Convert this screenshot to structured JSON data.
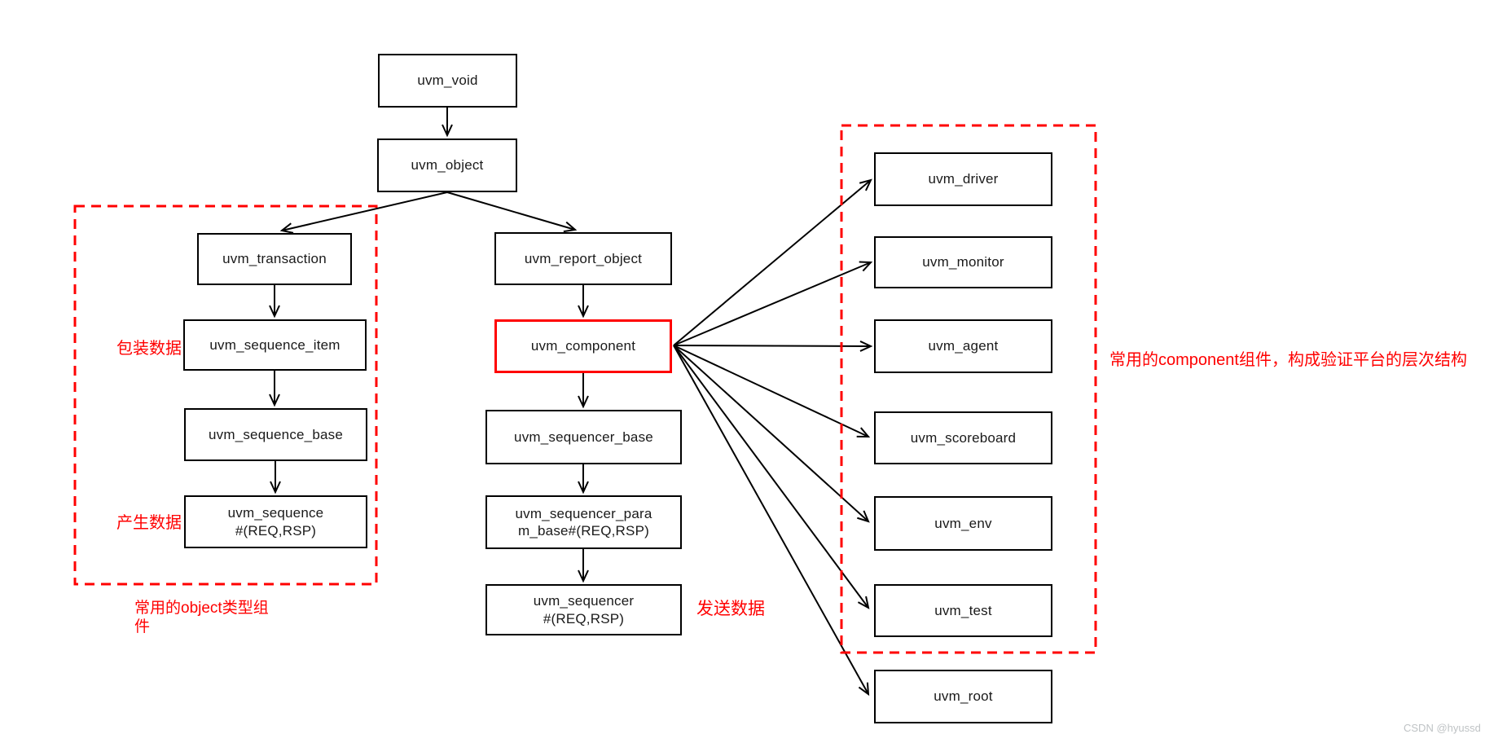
{
  "diagram": {
    "title_hint": "UVM class hierarchy diagram",
    "nodes": {
      "uvm_void": {
        "label": "uvm_void"
      },
      "uvm_object": {
        "label": "uvm_object"
      },
      "uvm_transaction": {
        "label": "uvm_transaction"
      },
      "uvm_sequence_item": {
        "label": "uvm_sequence_item"
      },
      "uvm_sequence_base": {
        "label": "uvm_sequence_base"
      },
      "uvm_sequence": {
        "label": "uvm_sequence\n#(REQ,RSP)"
      },
      "uvm_report_object": {
        "label": "uvm_report_object"
      },
      "uvm_component": {
        "label": "uvm_component"
      },
      "uvm_sequencer_base": {
        "label": "uvm_sequencer_base"
      },
      "uvm_sequencer_param_base": {
        "label": "uvm_sequencer_para\nm_base#(REQ,RSP)"
      },
      "uvm_sequencer": {
        "label": "uvm_sequencer\n#(REQ,RSP)"
      },
      "uvm_driver": {
        "label": "uvm_driver"
      },
      "uvm_monitor": {
        "label": "uvm_monitor"
      },
      "uvm_agent": {
        "label": "uvm_agent"
      },
      "uvm_scoreboard": {
        "label": "uvm_scoreboard"
      },
      "uvm_env": {
        "label": "uvm_env"
      },
      "uvm_test": {
        "label": "uvm_test"
      },
      "uvm_root": {
        "label": "uvm_root"
      }
    },
    "annotations": {
      "wrap_data": "包装数据",
      "produce_data": "产生数据",
      "send_data": "发送数据",
      "object_group": "常用的object类型组\n件",
      "component_group": "常用的component组件，构成验证平台的层次结构"
    },
    "colors": {
      "accent_red": "#ff0000",
      "line_black": "#000000",
      "highlight_border": "#ff0000",
      "watermark_gray": "#bfc3c5"
    },
    "watermark": "CSDN @hyussd"
  }
}
